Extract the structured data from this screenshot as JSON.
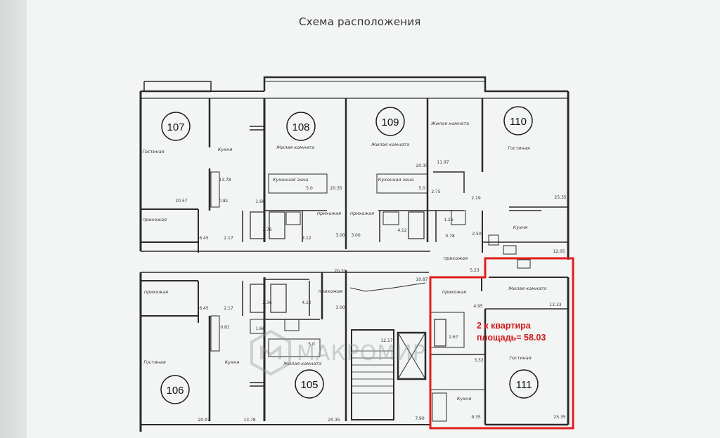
{
  "title": "Схема расположения",
  "apartments": [
    {
      "id": "apt-107",
      "number": "107"
    },
    {
      "id": "apt-108",
      "number": "108"
    },
    {
      "id": "apt-109",
      "number": "109"
    },
    {
      "id": "apt-110",
      "number": "110"
    },
    {
      "id": "apt-106",
      "number": "106"
    },
    {
      "id": "apt-105",
      "number": "105"
    },
    {
      "id": "apt-111",
      "number": "111"
    }
  ],
  "rooms": [
    {
      "label": "Гостиная"
    },
    {
      "label": "Кухня"
    },
    {
      "label": "Жилая комната"
    },
    {
      "label": "Жилая комната"
    },
    {
      "label": "Жилая комната"
    },
    {
      "label": "Гостиная"
    },
    {
      "label": "Кухонная зона"
    },
    {
      "label": "Кухонная зона"
    },
    {
      "label": "прихожая"
    },
    {
      "label": "прихожая"
    },
    {
      "label": "прихожая"
    },
    {
      "label": "Кухня"
    },
    {
      "label": "прихожая"
    },
    {
      "label": "прихожая"
    },
    {
      "label": "прихожая"
    },
    {
      "label": "прихожая"
    },
    {
      "label": "Жилая комната"
    },
    {
      "label": "Гостиная"
    },
    {
      "label": "Кухня"
    },
    {
      "label": "Жилая комната"
    },
    {
      "label": "Гостиная"
    },
    {
      "label": "Кухня"
    }
  ],
  "dimensions": [
    "20.57",
    "13.78",
    "20.35",
    "20.35",
    "11.97",
    "25.35",
    "6.45",
    "2.17",
    "2.76",
    "4.12",
    "3.00",
    "3.00",
    "4.12",
    "2.50",
    "12.05",
    "5.23",
    "20.31",
    "10.87",
    "12.33",
    "4.95",
    "6.45",
    "2.17",
    "2.36",
    "4.12",
    "3.00",
    "2.67",
    "3.32",
    "20.97",
    "13.78",
    "20.35",
    "7.90",
    "9.35",
    "25.35",
    "12.17",
    "5.0",
    "5.0",
    "0.81",
    "0.81",
    "1.66",
    "1.66",
    "0.78",
    "1.26",
    "2.75",
    "2.19",
    "5.0"
  ],
  "highlight": {
    "line1": "2 к квартира",
    "line2": "площадь= 58.03",
    "color": "#e01e1e"
  },
  "watermark": "МАКРОМИР"
}
